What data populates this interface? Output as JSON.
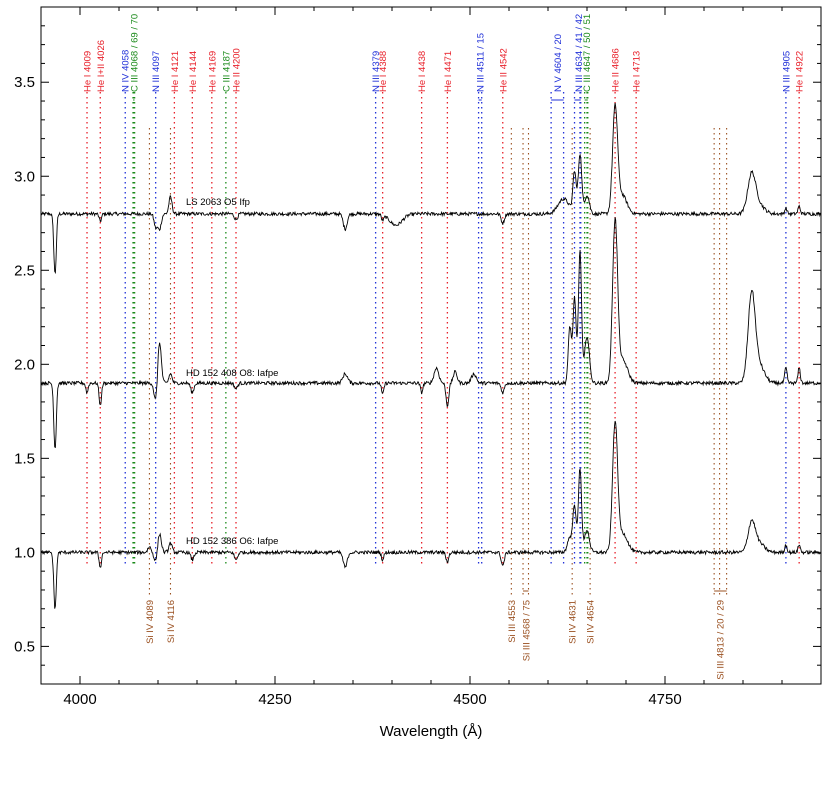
{
  "chart_data": {
    "type": "line",
    "xlabel": "Wavelength (Å)",
    "ylabel": "",
    "xlim": [
      3950,
      4950
    ],
    "ylim": [
      0.3,
      3.9
    ],
    "x_ticks": [
      4000,
      4250,
      4500,
      4750
    ],
    "y_ticks": [
      0.5,
      1.0,
      1.5,
      2.0,
      2.5,
      3.0,
      3.5
    ],
    "grid": false,
    "colors": {
      "He": "#e8202a",
      "N": "#2030d8",
      "C": "#1a8a1a",
      "Si": "#9a5020",
      "spectrum": "#000000"
    },
    "series": [
      {
        "name": "LS 2063   O5 Ifp",
        "continuum": 2.8
      },
      {
        "name": "HD 152 408   O8: Iafpe",
        "continuum": 1.9
      },
      {
        "name": "HD 152 386   O6: Iafpe",
        "continuum": 1.0
      }
    ],
    "line_ids": [
      {
        "label": "He I 4009",
        "element": "He",
        "waves": [
          4009
        ]
      },
      {
        "label": "He I+II 4026",
        "element": "He",
        "waves": [
          4026
        ]
      },
      {
        "label": "N IV 4058",
        "element": "N",
        "waves": [
          4058
        ]
      },
      {
        "label": "C III 4068 / 69 / 70",
        "element": "C",
        "waves": [
          4068,
          4069,
          4070
        ]
      },
      {
        "label": "N III 4097",
        "element": "N",
        "waves": [
          4097
        ]
      },
      {
        "label": "He I 4121",
        "element": "He",
        "waves": [
          4121
        ]
      },
      {
        "label": "He I 4144",
        "element": "He",
        "waves": [
          4144
        ]
      },
      {
        "label": "He I 4169",
        "element": "He",
        "waves": [
          4169
        ]
      },
      {
        "label": "C III 4187",
        "element": "C",
        "waves": [
          4187
        ]
      },
      {
        "label": "He II 4200",
        "element": "He",
        "waves": [
          4200
        ]
      },
      {
        "label": "N III 4379",
        "element": "N",
        "waves": [
          4379
        ]
      },
      {
        "label": "He I 4388",
        "element": "He",
        "waves": [
          4388
        ]
      },
      {
        "label": "He I 4438",
        "element": "He",
        "waves": [
          4438
        ]
      },
      {
        "label": "He I 4471",
        "element": "He",
        "waves": [
          4471
        ]
      },
      {
        "label": "N III 4511 / 15",
        "element": "N",
        "waves": [
          4511,
          4515
        ]
      },
      {
        "label": "He II 4542",
        "element": "He",
        "waves": [
          4542
        ]
      },
      {
        "label": "N V 4604 / 20",
        "element": "N",
        "waves": [
          4604,
          4620
        ]
      },
      {
        "label": "N III 4634 / 41 / 42",
        "element": "N",
        "waves": [
          4634,
          4641,
          4642
        ]
      },
      {
        "label": "C III 4647 / 50 / 51",
        "element": "C",
        "waves": [
          4647,
          4650,
          4651
        ]
      },
      {
        "label": "He II 4686",
        "element": "He",
        "waves": [
          4686
        ]
      },
      {
        "label": "He I 4713",
        "element": "He",
        "waves": [
          4713
        ]
      },
      {
        "label": "N III 4905",
        "element": "N",
        "waves": [
          4905
        ]
      },
      {
        "label": "He I 4922",
        "element": "He",
        "waves": [
          4922
        ]
      }
    ],
    "si_line_ids": [
      {
        "label": "Si IV 4089",
        "element": "Si",
        "waves": [
          4089
        ]
      },
      {
        "label": "Si IV 4116",
        "element": "Si",
        "waves": [
          4116
        ]
      },
      {
        "label": "Si III 4553",
        "element": "Si",
        "waves": [
          4553
        ]
      },
      {
        "label": "Si III 4568 / 75",
        "element": "Si",
        "waves": [
          4568,
          4575
        ]
      },
      {
        "label": "Si IV 4631",
        "element": "Si",
        "waves": [
          4631
        ]
      },
      {
        "label": "Si IV 4654",
        "element": "Si",
        "waves": [
          4654
        ]
      },
      {
        "label": "Si III 4813 / 20 / 29",
        "element": "Si",
        "waves": [
          4813,
          4820,
          4829
        ]
      }
    ]
  }
}
